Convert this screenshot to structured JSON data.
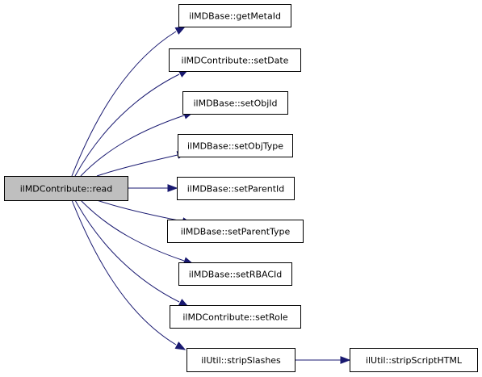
{
  "diagram": {
    "type": "call-graph",
    "root": {
      "id": "read",
      "label": "ilMDContribute::read"
    },
    "nodes": [
      {
        "id": "getMetaId",
        "label": "ilMDBase::getMetaId"
      },
      {
        "id": "setDate",
        "label": "ilMDContribute::setDate"
      },
      {
        "id": "setObjId",
        "label": "ilMDBase::setObjId"
      },
      {
        "id": "setObjType",
        "label": "ilMDBase::setObjType"
      },
      {
        "id": "setParentId",
        "label": "ilMDBase::setParentId"
      },
      {
        "id": "setParentType",
        "label": "ilMDBase::setParentType"
      },
      {
        "id": "setRBACId",
        "label": "ilMDBase::setRBACId"
      },
      {
        "id": "setRole",
        "label": "ilMDContribute::setRole"
      },
      {
        "id": "stripSlashes",
        "label": "ilUtil::stripSlashes"
      },
      {
        "id": "stripScriptHTML",
        "label": "ilUtil::stripScriptHTML"
      }
    ],
    "edges": [
      {
        "from": "read",
        "to": "getMetaId"
      },
      {
        "from": "read",
        "to": "setDate"
      },
      {
        "from": "read",
        "to": "setObjId"
      },
      {
        "from": "read",
        "to": "setObjType"
      },
      {
        "from": "read",
        "to": "setParentId"
      },
      {
        "from": "read",
        "to": "setParentType"
      },
      {
        "from": "read",
        "to": "setRBACId"
      },
      {
        "from": "read",
        "to": "setRole"
      },
      {
        "from": "read",
        "to": "stripSlashes"
      },
      {
        "from": "stripSlashes",
        "to": "stripScriptHTML"
      }
    ],
    "colors": {
      "edge": "#191970",
      "root_fill": "#bfbfbf",
      "node_fill": "#ffffff",
      "border": "#000000"
    }
  }
}
